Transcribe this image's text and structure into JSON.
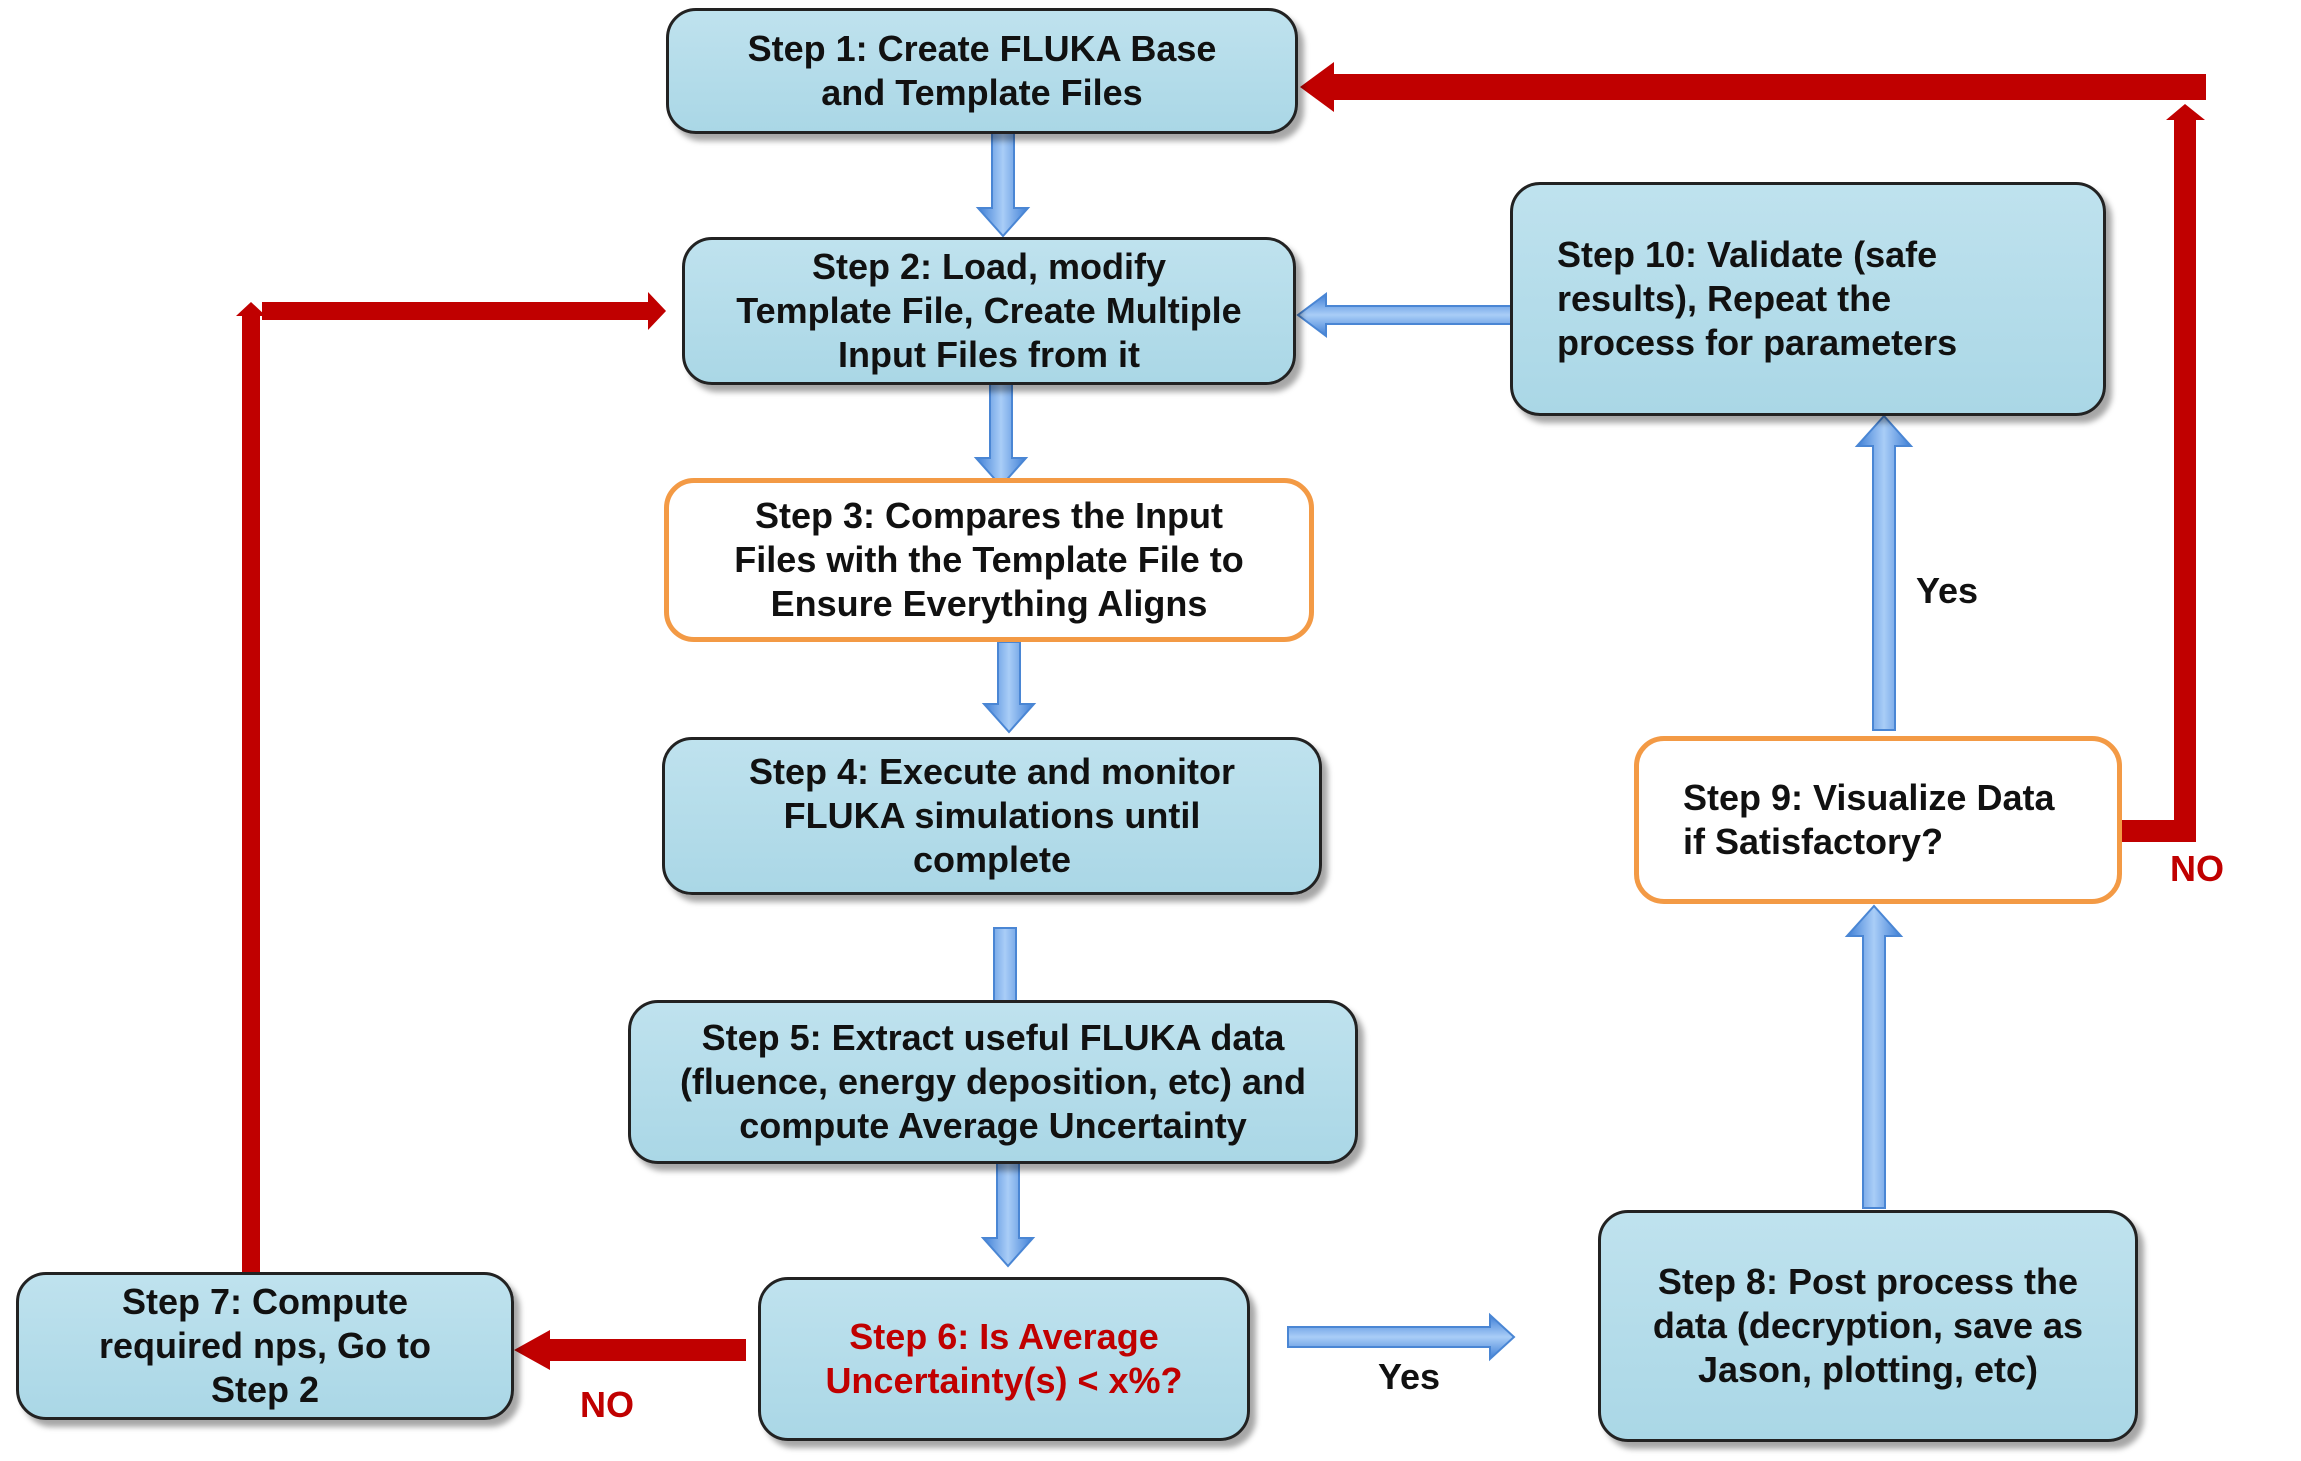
{
  "steps": {
    "s1": "Step 1: Create FLUKA Base\nand Template Files",
    "s2": "Step 2: Load, modify\nTemplate File, Create Multiple\nInput Files from it",
    "s3": "Step 3: Compares the Input\nFiles with the Template File to\nEnsure Everything Aligns",
    "s4": "Step 4: Execute and monitor\nFLUKA simulations until\ncomplete",
    "s5": "Step 5: Extract useful FLUKA data\n(fluence, energy deposition, etc) and\ncompute Average Uncertainty",
    "s6": "Step 6: Is Average\nUncertainty(s) < x%?",
    "s7": "Step 7: Compute\nrequired nps, Go to\nStep 2",
    "s8": "Step 8: Post process the\ndata (decryption, save as\nJason, plotting, etc)",
    "s9": "Step 9: Visualize Data\nif Satisfactory?",
    "s10": "Step 10: Validate (safe\nresults),   Repeat the\nprocess for parameters"
  },
  "labels": {
    "no_step6": "NO",
    "yes_step6": "Yes",
    "yes_step9": "Yes",
    "no_step9": "NO"
  },
  "colors": {
    "box_fill": "#aad7e6",
    "decision_border": "#f39a45",
    "loop_arrow": "#c00000",
    "flow_arrow": "#6fa8e8"
  }
}
